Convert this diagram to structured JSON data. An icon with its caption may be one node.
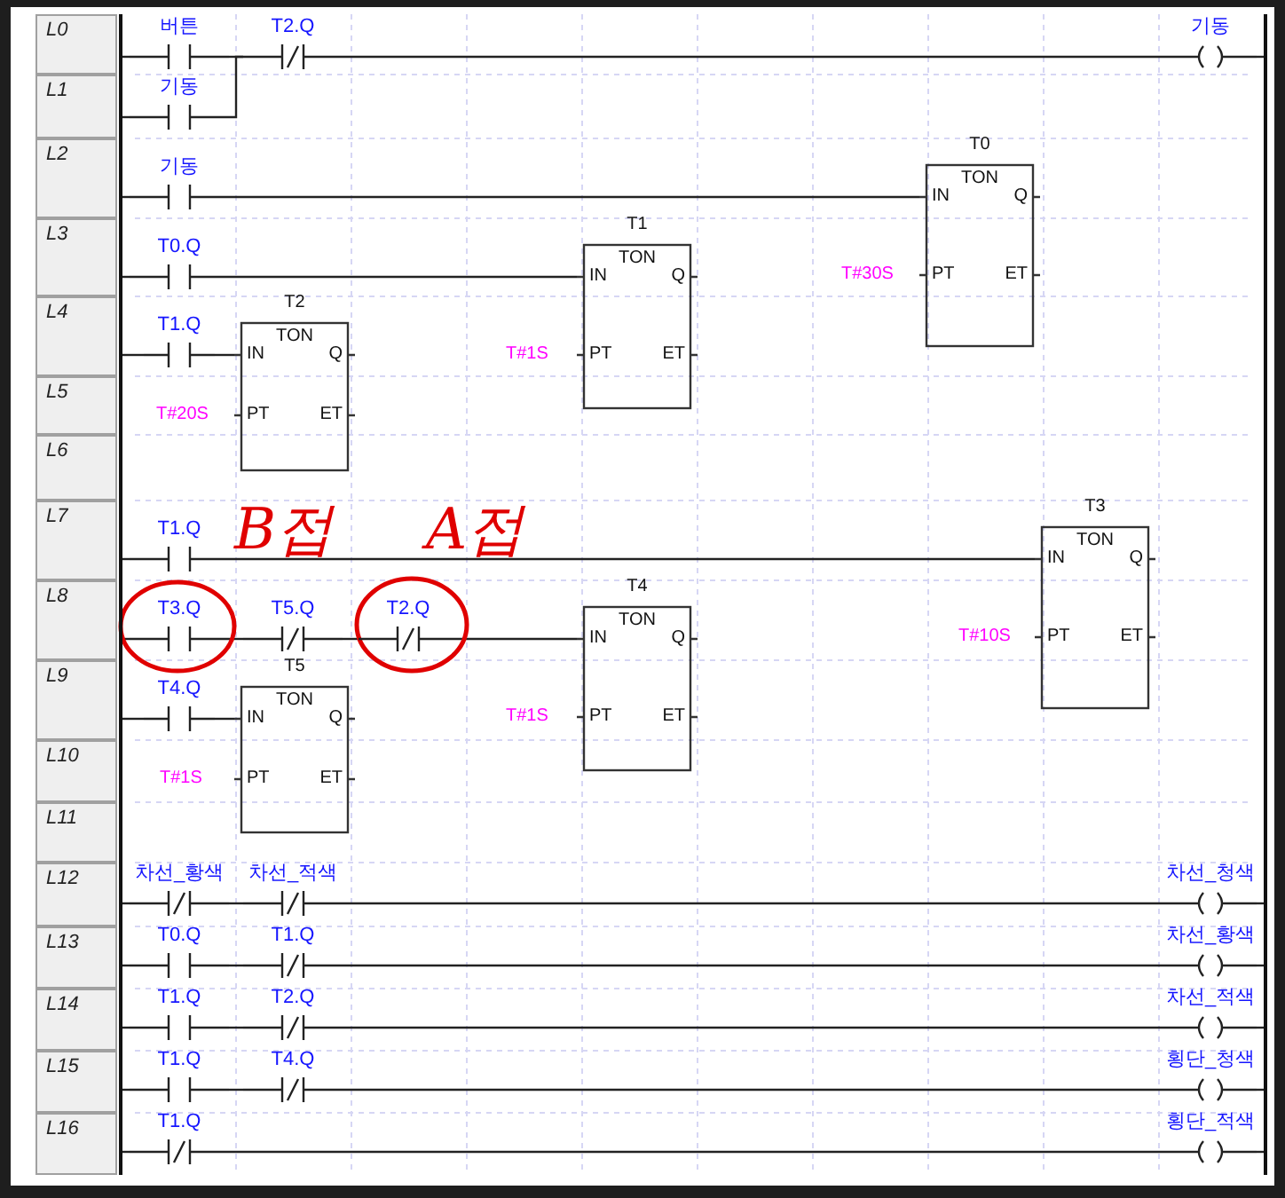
{
  "diagram": {
    "nodes": [
      {
        "text": [],
        "shape": "bar"
      },
      {
        "text": [],
        "shape": "bar"
      },
      {
        "text": [
          "버튼"
        ]
      },
      {
        "text": [
          "T2.Q"
        ]
      },
      {
        "text": [
          "기동"
        ]
      },
      {
        "text": [
          "기동"
        ]
      },
      {
        "text": [
          "기동"
        ]
      },
      {
        "text": [
          "T0",
          "TON",
          "IN",
          "Q",
          "PT",
          "ET"
        ],
        "beside": [
          "T#30S"
        ]
      },
      {
        "text": [
          "T0.Q"
        ]
      },
      {
        "text": [
          "T1",
          "TON",
          "IN",
          "Q",
          "PT",
          "ET"
        ],
        "beside": [
          "T#1S"
        ]
      },
      {
        "text": [
          "T1.Q"
        ]
      },
      {
        "text": [
          "T2",
          "TON",
          "IN",
          "Q",
          "PT",
          "ET"
        ],
        "beside": [
          "T#20S"
        ]
      },
      {
        "text": [
          "T1.Q"
        ]
      },
      {
        "text": [
          "T3",
          "TON",
          "IN",
          "Q",
          "PT",
          "ET"
        ],
        "beside": [
          "T#10S"
        ]
      },
      {
        "text": [
          "T3.Q"
        ]
      },
      {
        "text": [
          "T5.Q"
        ]
      },
      {
        "text": [
          "T2.Q"
        ]
      },
      {
        "text": [
          "T4",
          "TON",
          "IN",
          "Q",
          "PT",
          "ET"
        ],
        "beside": [
          "T#1S"
        ]
      },
      {
        "text": [
          "T4.Q"
        ]
      },
      {
        "text": [
          "T5",
          "TON",
          "IN",
          "Q",
          "PT",
          "ET"
        ],
        "beside": [
          "T#1S"
        ]
      },
      {
        "text": [
          "차선_황색"
        ]
      },
      {
        "text": [
          "차선_적색"
        ]
      },
      {
        "text": [
          "차선_청색"
        ]
      },
      {
        "text": [
          "T0.Q"
        ]
      },
      {
        "text": [
          "T1.Q"
        ]
      },
      {
        "text": [
          "차선_황색"
        ]
      },
      {
        "text": [
          "T1.Q"
        ]
      },
      {
        "text": [
          "T2.Q"
        ]
      },
      {
        "text": [
          "차선_적색"
        ]
      },
      {
        "text": [
          "T1.Q"
        ]
      },
      {
        "text": [
          "T4.Q"
        ]
      },
      {
        "text": [
          "횡단_청색"
        ]
      },
      {
        "text": [
          "T1.Q"
        ]
      },
      {
        "text": [
          "횡단_적색"
        ]
      }
    ],
    "edges": [
      {
        "from": 0,
        "to": 2,
        "arrow": "none"
      },
      {
        "from": 2,
        "to": 3,
        "arrow": "none"
      },
      {
        "from": 3,
        "to": 4,
        "arrow": "none"
      },
      {
        "from": 4,
        "to": 1,
        "arrow": "none"
      },
      {
        "from": 0,
        "to": 5,
        "arrow": "none"
      },
      {
        "from": 5,
        "to": 3,
        "arrow": "none"
      },
      {
        "from": 0,
        "to": 6,
        "arrow": "none"
      },
      {
        "from": 6,
        "to": 7,
        "arrow": "none"
      },
      {
        "from": 0,
        "to": 8,
        "arrow": "none"
      },
      {
        "from": 8,
        "to": 9,
        "arrow": "none"
      },
      {
        "from": 0,
        "to": 10,
        "arrow": "none"
      },
      {
        "from": 10,
        "to": 11,
        "arrow": "none"
      },
      {
        "from": 0,
        "to": 12,
        "arrow": "none"
      },
      {
        "from": 12,
        "to": 13,
        "arrow": "none"
      },
      {
        "from": 0,
        "to": 14,
        "arrow": "none"
      },
      {
        "from": 14,
        "to": 15,
        "arrow": "none"
      },
      {
        "from": 15,
        "to": 16,
        "arrow": "none"
      },
      {
        "from": 16,
        "to": 17,
        "arrow": "none"
      },
      {
        "from": 0,
        "to": 18,
        "arrow": "none"
      },
      {
        "from": 18,
        "to": 19,
        "arrow": "none"
      },
      {
        "from": 0,
        "to": 20,
        "arrow": "none"
      },
      {
        "from": 20,
        "to": 21,
        "arrow": "none"
      },
      {
        "from": 21,
        "to": 22,
        "arrow": "none"
      },
      {
        "from": 22,
        "to": 1,
        "arrow": "none"
      },
      {
        "from": 0,
        "to": 23,
        "arrow": "none"
      },
      {
        "from": 23,
        "to": 24,
        "arrow": "none"
      },
      {
        "from": 24,
        "to": 25,
        "arrow": "none"
      },
      {
        "from": 25,
        "to": 1,
        "arrow": "none"
      },
      {
        "from": 0,
        "to": 26,
        "arrow": "none"
      },
      {
        "from": 26,
        "to": 27,
        "arrow": "none"
      },
      {
        "from": 27,
        "to": 28,
        "arrow": "none"
      },
      {
        "from": 28,
        "to": 1,
        "arrow": "none"
      },
      {
        "from": 0,
        "to": 29,
        "arrow": "none"
      },
      {
        "from": 29,
        "to": 30,
        "arrow": "none"
      },
      {
        "from": 30,
        "to": 31,
        "arrow": "none"
      },
      {
        "from": 31,
        "to": 1,
        "arrow": "none"
      },
      {
        "from": 0,
        "to": 32,
        "arrow": "none"
      },
      {
        "from": 32,
        "to": 33,
        "arrow": "none"
      },
      {
        "from": 33,
        "to": 1,
        "arrow": "none"
      }
    ],
    "labels": [
      "L0",
      "L1",
      "L2",
      "L3",
      "L4",
      "L5",
      "L6",
      "L7",
      "B접",
      "A접",
      "L8",
      "L9",
      "L10",
      "L11",
      "L12",
      "L13",
      "L14",
      "L15",
      "L16"
    ]
  }
}
